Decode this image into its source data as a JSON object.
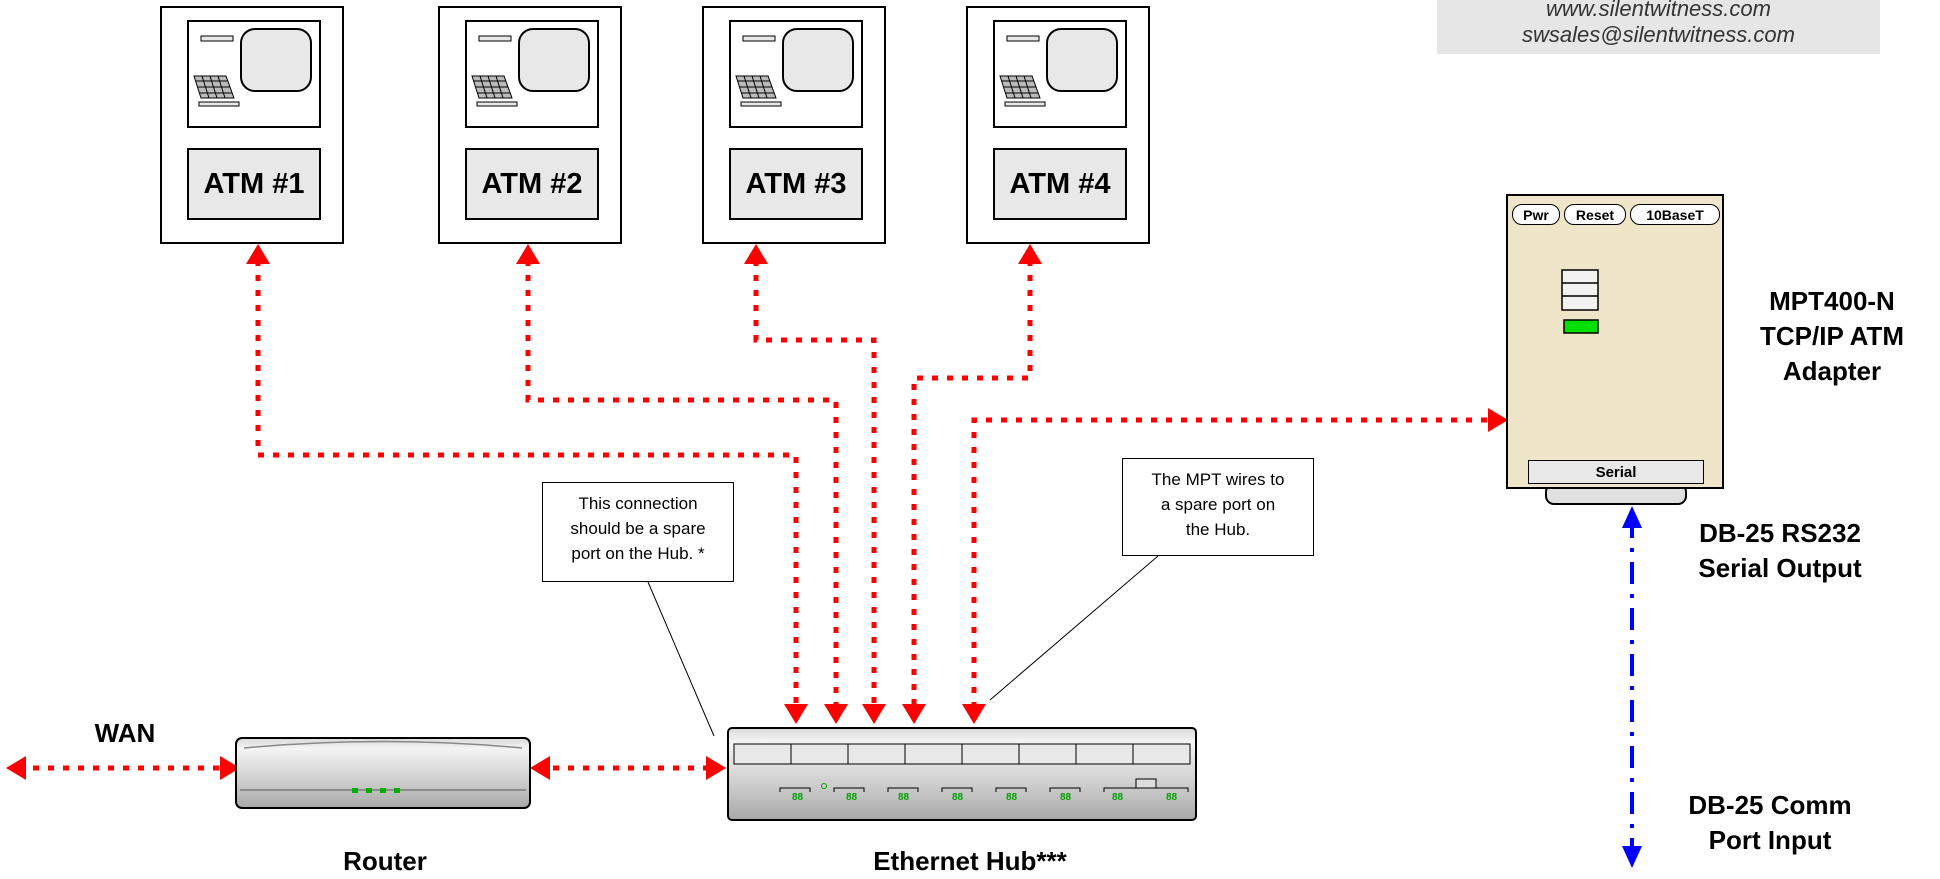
{
  "contact": {
    "line1": "www.silentwitness.com",
    "line2": "swsales@silentwitness.com"
  },
  "atms": [
    {
      "label": "ATM #1"
    },
    {
      "label": "ATM #2"
    },
    {
      "label": "ATM #3"
    },
    {
      "label": "ATM #4"
    }
  ],
  "adapter": {
    "title_line1": "MPT400-N",
    "title_line2": "TCP/IP ATM",
    "title_line3": "Adapter",
    "buttons": [
      "Pwr",
      "Reset",
      "10BaseT"
    ],
    "serial_label": "Serial",
    "output_line1": "DB-25 RS232",
    "output_line2": "Serial Output"
  },
  "comm_port": {
    "line1": "DB-25 Comm",
    "line2": "Port Input"
  },
  "callouts": {
    "spare_port": [
      "This connection",
      "should be a spare",
      "port on the Hub. *"
    ],
    "mpt_wires": [
      "The MPT wires to",
      "a spare port on",
      "the Hub."
    ]
  },
  "labels": {
    "wan": "WAN",
    "router": "Router",
    "hub": "Ethernet Hub***"
  },
  "colors": {
    "ethernet_link": "#ff0000",
    "serial_link": "#0000ff",
    "adapter_body": "#efe6ca",
    "status_led": "#00e000"
  }
}
